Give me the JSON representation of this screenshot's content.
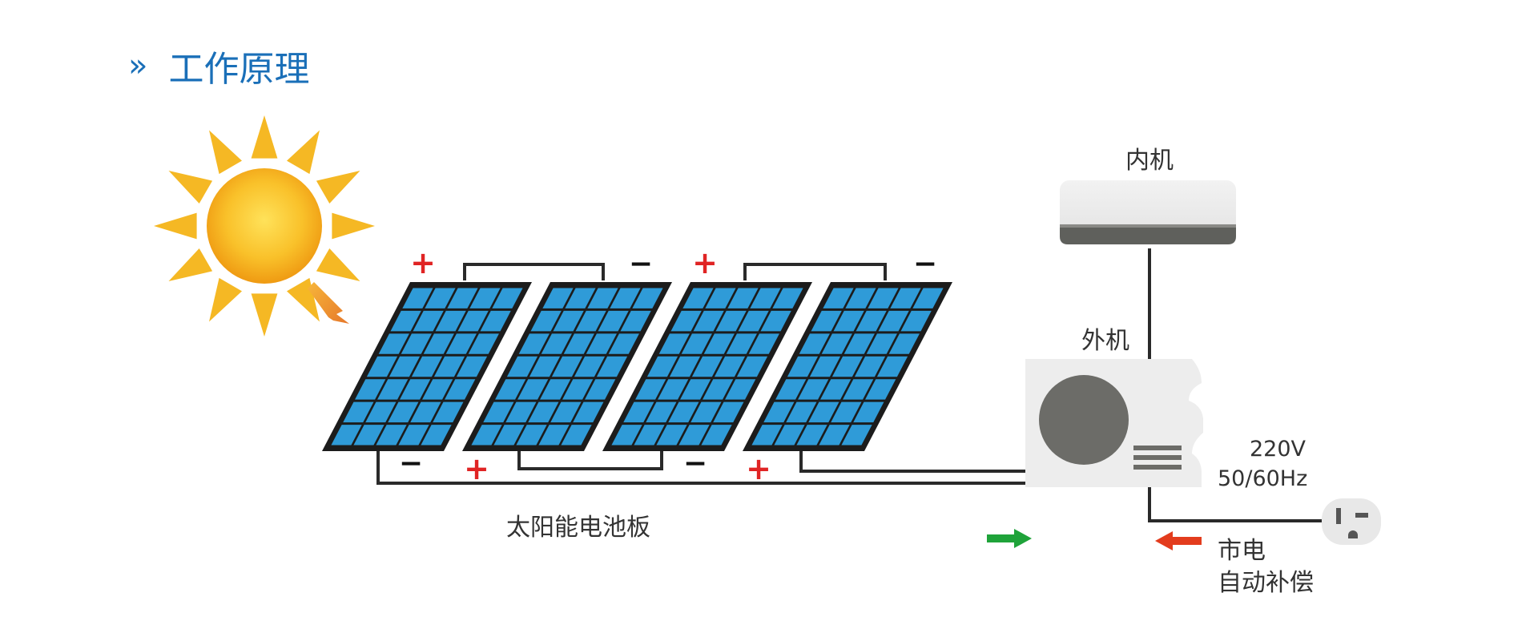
{
  "title": {
    "chevron": "»",
    "text": "工作原理"
  },
  "labels": {
    "indoor_unit": "内机",
    "outdoor_unit": "外机",
    "panels": "太阳能电池板",
    "voltage": "220V",
    "frequency": "50/60Hz",
    "grid_line1": "市电",
    "grid_line2": "自动补偿"
  },
  "polarity": {
    "plus": "+",
    "minus": "−"
  },
  "colors": {
    "title": "#1a6fb8",
    "panel_cell": "#2f9bd8",
    "panel_frame": "#1c1c1c",
    "sun_core": "#f6b21c",
    "sun_ray": "#f5b824",
    "plus": "#e02424",
    "arrow_solar": "#1fa33a",
    "arrow_grid": "#e33c1d",
    "wire": "#2a2a2a",
    "unit_body": "#eeeeee",
    "fan": "#6c6c68"
  },
  "icons": [
    "sun-icon",
    "solar-panel-icon",
    "indoor-ac-unit-icon",
    "outdoor-ac-unit-icon",
    "power-outlet-icon",
    "arrow-right-icon",
    "arrow-left-icon"
  ]
}
